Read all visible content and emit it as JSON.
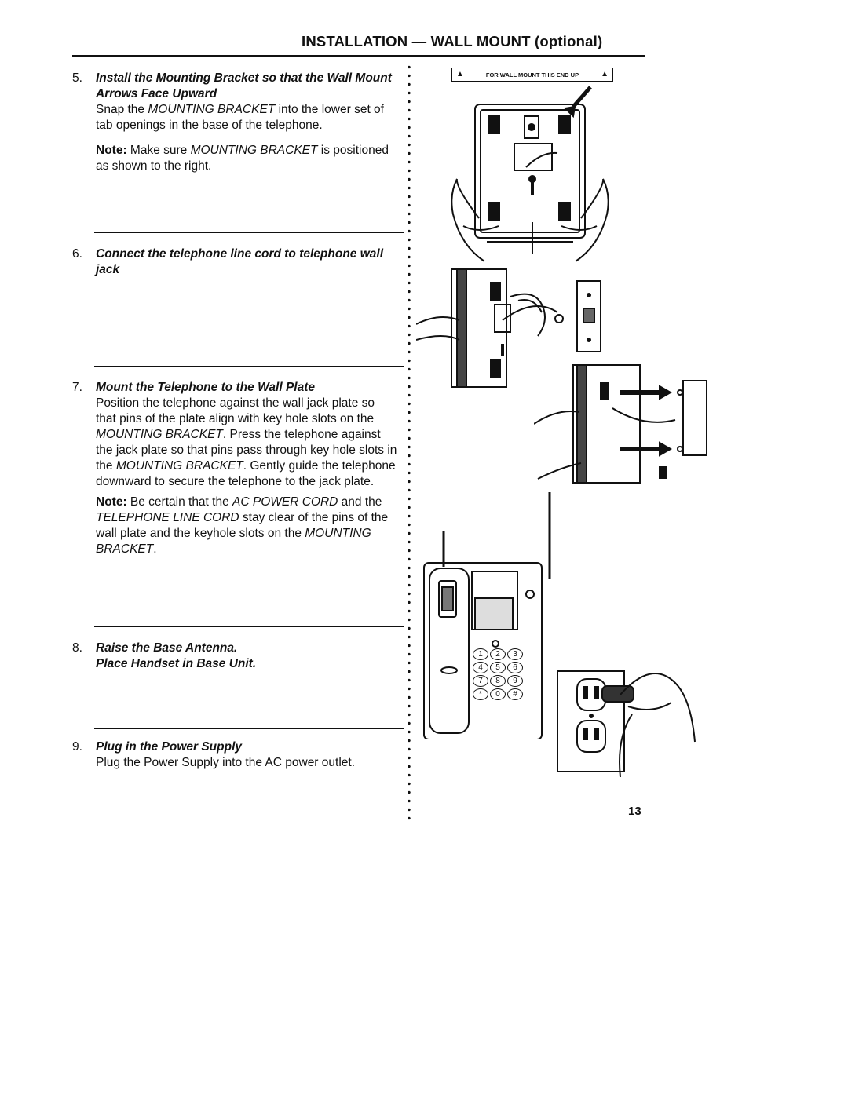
{
  "page": {
    "title": "INSTALLATION — WALL MOUNT (optional)",
    "number": "13"
  },
  "bracket_label": "FOR WALL MOUNT THIS END UP",
  "steps": [
    {
      "num": "5.",
      "title": "Install the Mounting Bracket so that the Wall Mount Arrows Face Upward",
      "body": [
        [
          "Snap the ",
          "MOUNTING BRACKET",
          " into the lower set of tab openings in the base of the telephone."
        ]
      ],
      "note": [
        "Note:",
        " Make sure ",
        "MOUNTING BRACKET",
        " is positioned as shown to the right."
      ]
    },
    {
      "num": "6.",
      "title": "Connect the telephone line cord to telephone wall jack"
    },
    {
      "num": "7.",
      "title": "Mount the Telephone to the Wall Plate",
      "body": [
        [
          "Position the telephone against the wall jack plate so that pins of the plate align with key hole slots on the ",
          "MOUNTING BRACKET",
          ". Press the telephone against the jack plate so that pins pass through key hole slots in the ",
          "MOUNTING BRACKET",
          ". Gently guide the telephone downward to secure the telephone to the jack plate."
        ]
      ],
      "note": [
        "Note:",
        " Be certain that the ",
        "AC POWER CORD",
        " and the ",
        "TELEPHONE LINE CORD",
        " stay clear of the pins of the wall plate and the keyhole slots on the ",
        "MOUNTING BRACKET",
        "."
      ]
    },
    {
      "num": "8.",
      "title": "Raise the Base Antenna.",
      "title2": "Place Handset in Base Unit."
    },
    {
      "num": "9.",
      "title": "Plug in the Power Supply",
      "body_plain": "Plug the Power Supply into the AC power outlet."
    }
  ],
  "base_unit_keys": [
    "1",
    "2",
    "3",
    "4",
    "5",
    "6",
    "7",
    "8",
    "9",
    "*",
    "0",
    "#"
  ]
}
